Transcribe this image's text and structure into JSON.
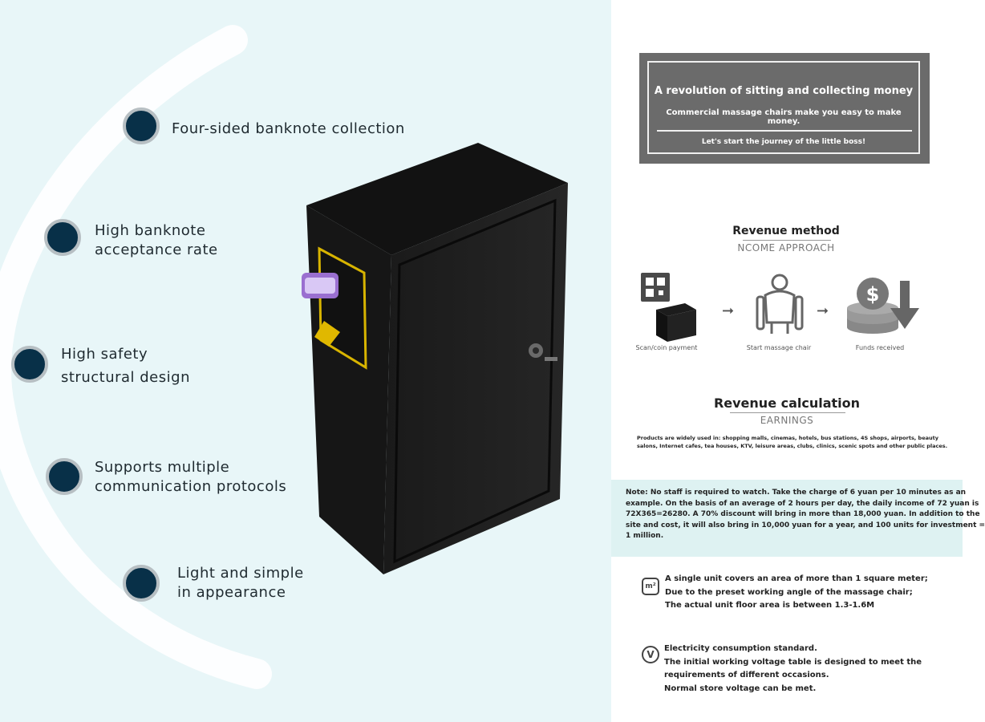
{
  "features": [
    {
      "line1": "Four-sided banknote collection",
      "line2": ""
    },
    {
      "line1": "High banknote",
      "line2": "acceptance rate"
    },
    {
      "line1": "High safety",
      "line2": "structural design"
    },
    {
      "line1": "Supports multiple",
      "line2": "communication protocols"
    },
    {
      "line1": "Light and simple",
      "line2": "in appearance"
    }
  ],
  "banner": {
    "title": "A revolution of sitting and collecting money",
    "subtitle": "Commercial massage chairs make you easy to make money.",
    "footer": "Let's start the journey of the little boss!"
  },
  "revenue_method": {
    "title": "Revenue method",
    "subtitle": "NCOME APPROACH",
    "steps": [
      {
        "label": "Scan/coin payment",
        "icon": "qr-payment-icon"
      },
      {
        "label": "Start massage chair",
        "icon": "massage-chair-icon"
      },
      {
        "label": "Funds received",
        "icon": "coins-dollar-icon"
      }
    ]
  },
  "revenue_calculation": {
    "title": "Revenue calculation",
    "subtitle": "EARNINGS",
    "usage_line1": "Products are widely used in: shopping malls, cinemas, hotels, bus stations, 4S shops, airports, beauty",
    "usage_line2": "salons, Internet cafes, tea houses, KTV, leisure areas, clubs, clinics, scenic spots and other public places."
  },
  "note": {
    "line1": "Note: No staff is required to watch. Take the charge of 6 yuan per 10 minutes as an",
    "line2": "example. On the basis of an average of 2 hours per day, the daily income of 72 yuan is",
    "line3": "72X365=26280. A 70% discount will bring in more than 18,000 yuan. In addition to the",
    "line4": "site and cost, it will also bring in 10,000 yuan for a year, and 100 units for investment =",
    "line5": "1 million."
  },
  "area_info": {
    "icon": "area-m2-icon",
    "icon_text": "m²",
    "line1": "A single unit covers an area of more than 1 square meter;",
    "line2": "Due to the preset working angle of the massage chair;",
    "line3": "The actual unit floor area is between 1.3-1.6M"
  },
  "power_info": {
    "icon": "voltage-v-icon",
    "icon_text": "V",
    "line1": "Electricity consumption standard.",
    "line2": "The initial working voltage table is designed to meet the",
    "line3": "requirements of different occasions.",
    "line4": "Normal store voltage can be met."
  },
  "colors": {
    "left_bg": "#e8f6f8",
    "dot_fill": "#083048",
    "banner_bg": "#6b6b6b",
    "note_bg": "#def2f2"
  }
}
